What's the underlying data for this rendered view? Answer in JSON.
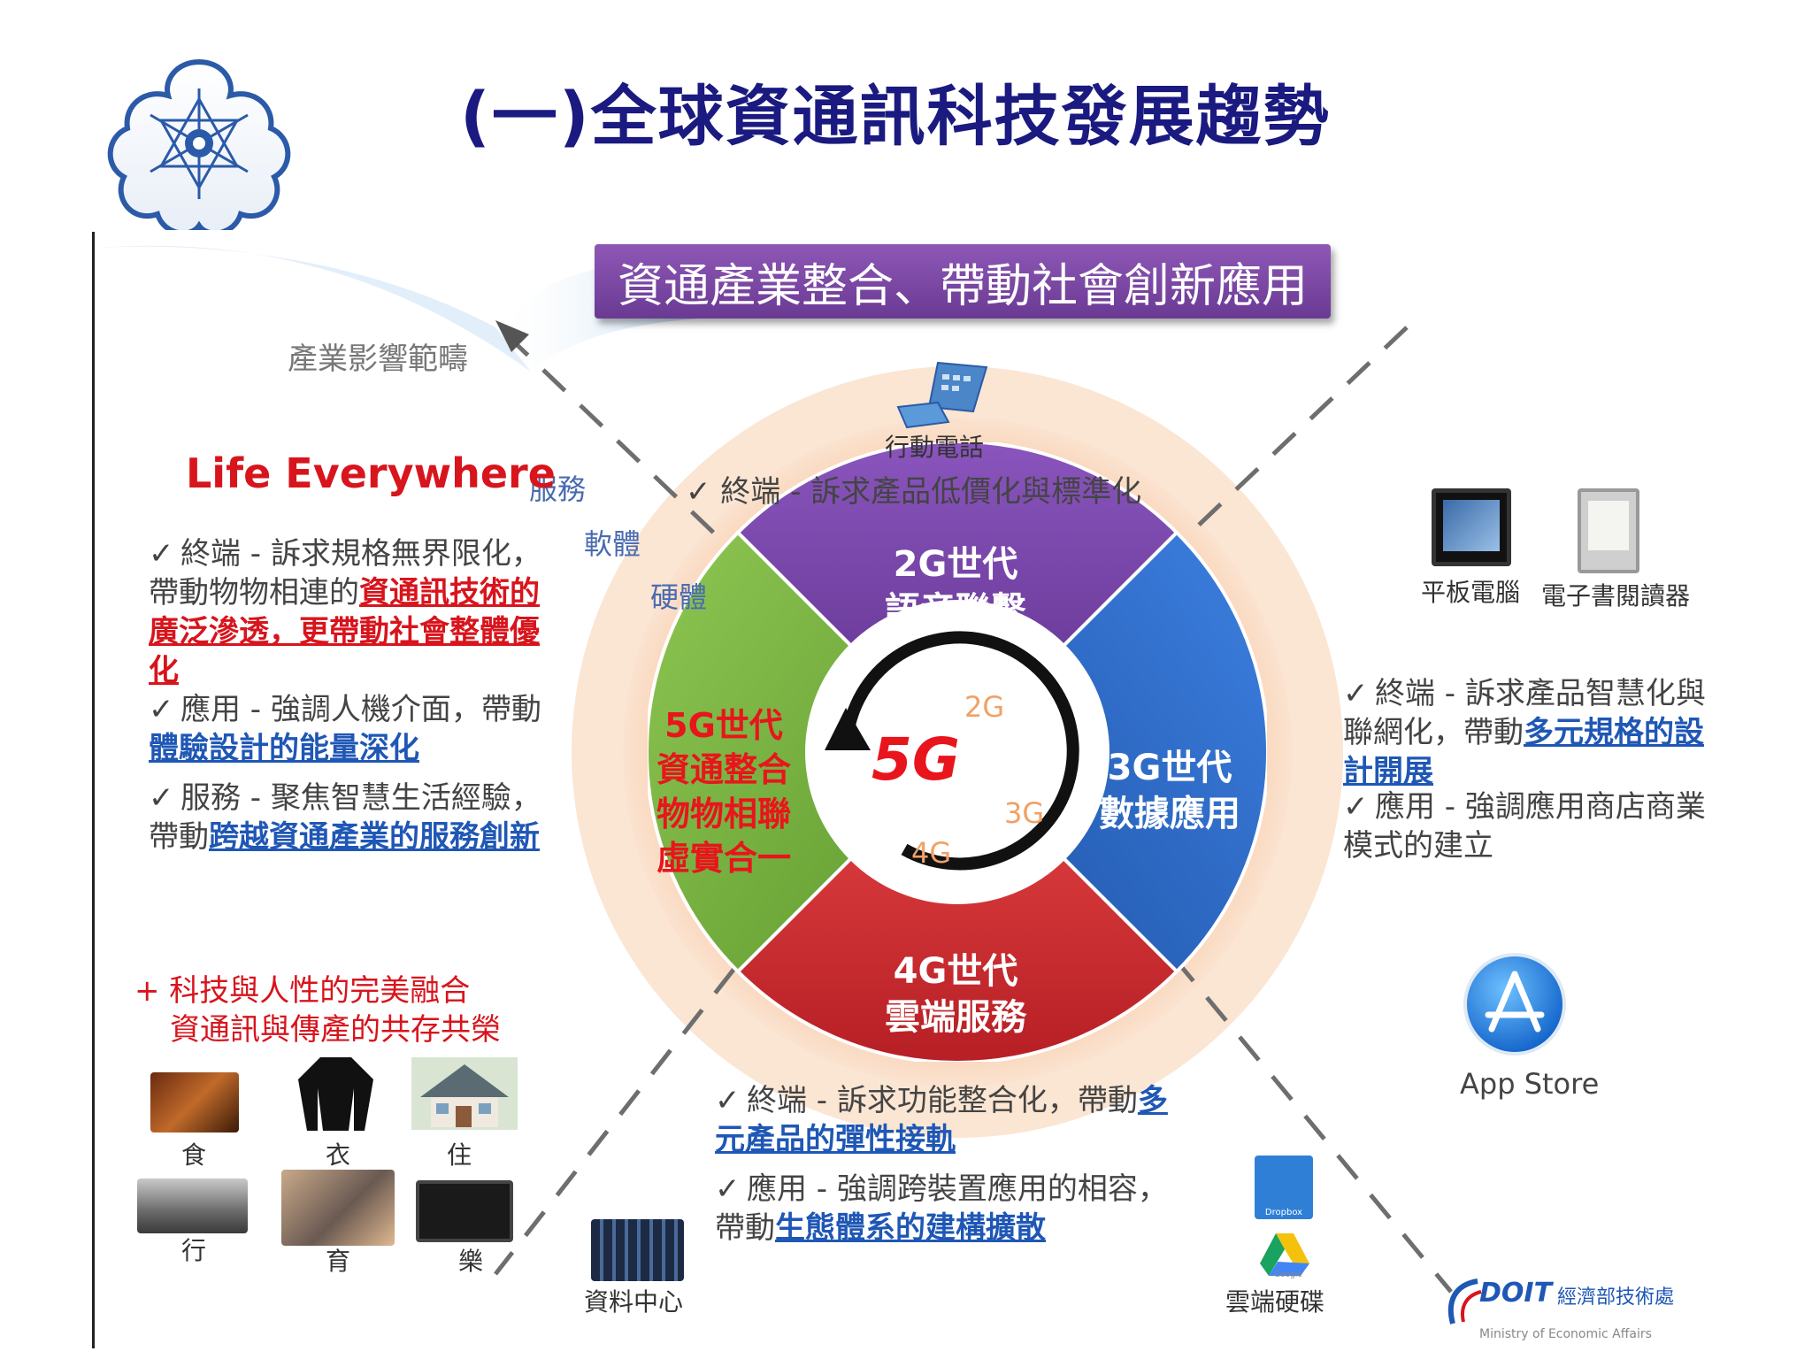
{
  "title": "(一)全球資通訊科技發展趨勢",
  "banner": "資通產業整合、帶動社會創新應用",
  "arrow_label": "產業影響範疇",
  "life": "Life Everywhere",
  "ring_labels": {
    "service": "服務",
    "software": "軟體",
    "hardware": "硬體"
  },
  "segments": {
    "g2": {
      "line1": "2G世代",
      "line2": "語音聯繫"
    },
    "g3": {
      "line1": "3G世代",
      "line2": "數據應用"
    },
    "g4": {
      "line1": "4G世代",
      "line2": "雲端服務"
    },
    "g5": {
      "line1": "5G世代",
      "line2": "資通整合",
      "line3": "物物相聯",
      "line4": "虛實合一"
    }
  },
  "center": {
    "big": "5G",
    "c2": "2G",
    "c3": "3G",
    "c4": "4G"
  },
  "top_device": "行動電話",
  "top_note": "✓ 終端 - 訴求產品低價化與標準化",
  "left_notes": {
    "n1_a": "終端 - 訴求規格無界限化，帶動物物相連的",
    "n1_b": "資通訊技術的廣泛滲透，更帶動社會整體優化",
    "n2_a": "應用 - 強調人機介面，帶動",
    "n2_b": "體驗設計的能量深化",
    "n3_a": "服務 - 聚焦智慧生活經驗，帶動",
    "n3_b": "跨越資通產業的服務創新"
  },
  "plus_line1": "+ 科技與人性的完美融合",
  "plus_line2": "資通訊與傳產的共存共榮",
  "life_icons": [
    "食",
    "衣",
    "住",
    "行",
    "育",
    "樂"
  ],
  "right_devices": {
    "tablet": "平板電腦",
    "ereader": "電子書閱讀器"
  },
  "right_notes": {
    "n1_a": "終端 - 訴求產品智慧化與聯網化，帶動",
    "n1_b": "多元規格的設計開展",
    "n2": "應用 - 強調應用商店商業模式的建立"
  },
  "app_store": "App Store",
  "bottom_notes": {
    "n1_a": "終端 - 訴求功能整合化，帶動",
    "n1_b": "多元產品的彈性接軌",
    "n2_a": "應用 - 強調跨裝置應用的相容，帶動",
    "n2_b": "生態體系的建構擴散"
  },
  "data_center": "資料中心",
  "cloud_drive": "雲端硬碟",
  "dropbox": "Dropbox",
  "google": "Google",
  "doit_logo": "DOIT",
  "doit_cn": "經濟部技術處",
  "doit_en": "Ministry of Economic Affairs",
  "colors": {
    "title": "#1a1a80",
    "banner": "#7a46a6",
    "red": "#d8141c",
    "blue": "#1f57b5",
    "g2": "#6b3c9a",
    "g3": "#2f6fce",
    "g4": "#d23a3a",
    "g5": "#7cb342",
    "ring": "#f6b98a"
  }
}
